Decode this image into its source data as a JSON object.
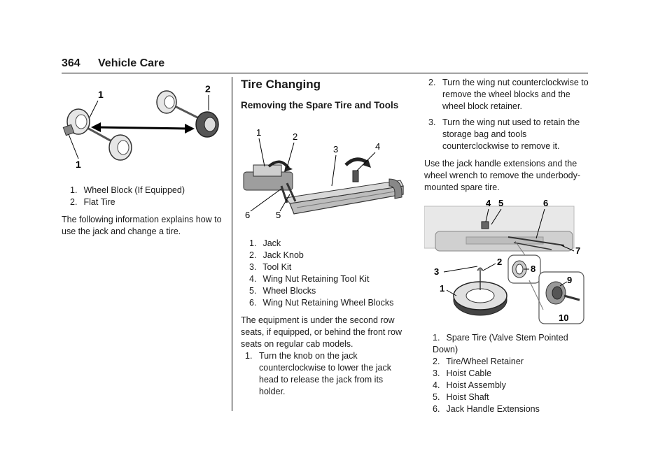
{
  "header": {
    "page_number": "364",
    "section": "Vehicle Care"
  },
  "figure1": {
    "callouts": [
      "1",
      "2",
      "1"
    ],
    "legend": [
      {
        "num": "1.",
        "text": "Wheel Block (If Equipped)"
      },
      {
        "num": "2.",
        "text": "Flat Tire"
      }
    ],
    "paragraph": "The following information explains how to use the jack and change a tire."
  },
  "tire_changing": {
    "title": "Tire Changing",
    "subtitle": "Removing the Spare Tire and Tools",
    "figure_callouts": [
      "1",
      "2",
      "3",
      "4",
      "6",
      "5"
    ],
    "legend": [
      {
        "num": "1.",
        "text": "Jack"
      },
      {
        "num": "2.",
        "text": "Jack Knob"
      },
      {
        "num": "3.",
        "text": "Tool Kit"
      },
      {
        "num": "4.",
        "text": "Wing Nut Retaining Tool Kit"
      },
      {
        "num": "5.",
        "text": "Wheel Blocks"
      },
      {
        "num": "6.",
        "text": "Wing Nut Retaining Wheel Blocks"
      }
    ],
    "paragraph": "The equipment is under the second row seats, if equipped, or behind the front row seats on regular cab models.",
    "step1": {
      "num": "1.",
      "text": "Turn the knob on the jack counterclockwise to lower the jack head to release the jack from its holder."
    }
  },
  "column3": {
    "steps": [
      {
        "num": "2.",
        "text": "Turn the wing nut counterclockwise to remove the wheel blocks and the wheel block retainer."
      },
      {
        "num": "3.",
        "text": "Turn the wing nut used to retain the storage bag and tools counterclockwise to remove it."
      }
    ],
    "paragraph": "Use the jack handle extensions and the wheel wrench to remove the underbody-mounted spare tire.",
    "figure_callouts": [
      "4",
      "5",
      "6",
      "7",
      "2",
      "8",
      "3",
      "9",
      "1",
      "10"
    ],
    "legend": [
      {
        "num": "1.",
        "text": "Spare Tire (Valve Stem Pointed Down)"
      },
      {
        "num": "2.",
        "text": "Tire/Wheel Retainer"
      },
      {
        "num": "3.",
        "text": "Hoist Cable"
      },
      {
        "num": "4.",
        "text": "Hoist Assembly"
      },
      {
        "num": "5.",
        "text": "Hoist Shaft"
      },
      {
        "num": "6.",
        "text": "Jack Handle Extensions"
      }
    ]
  }
}
